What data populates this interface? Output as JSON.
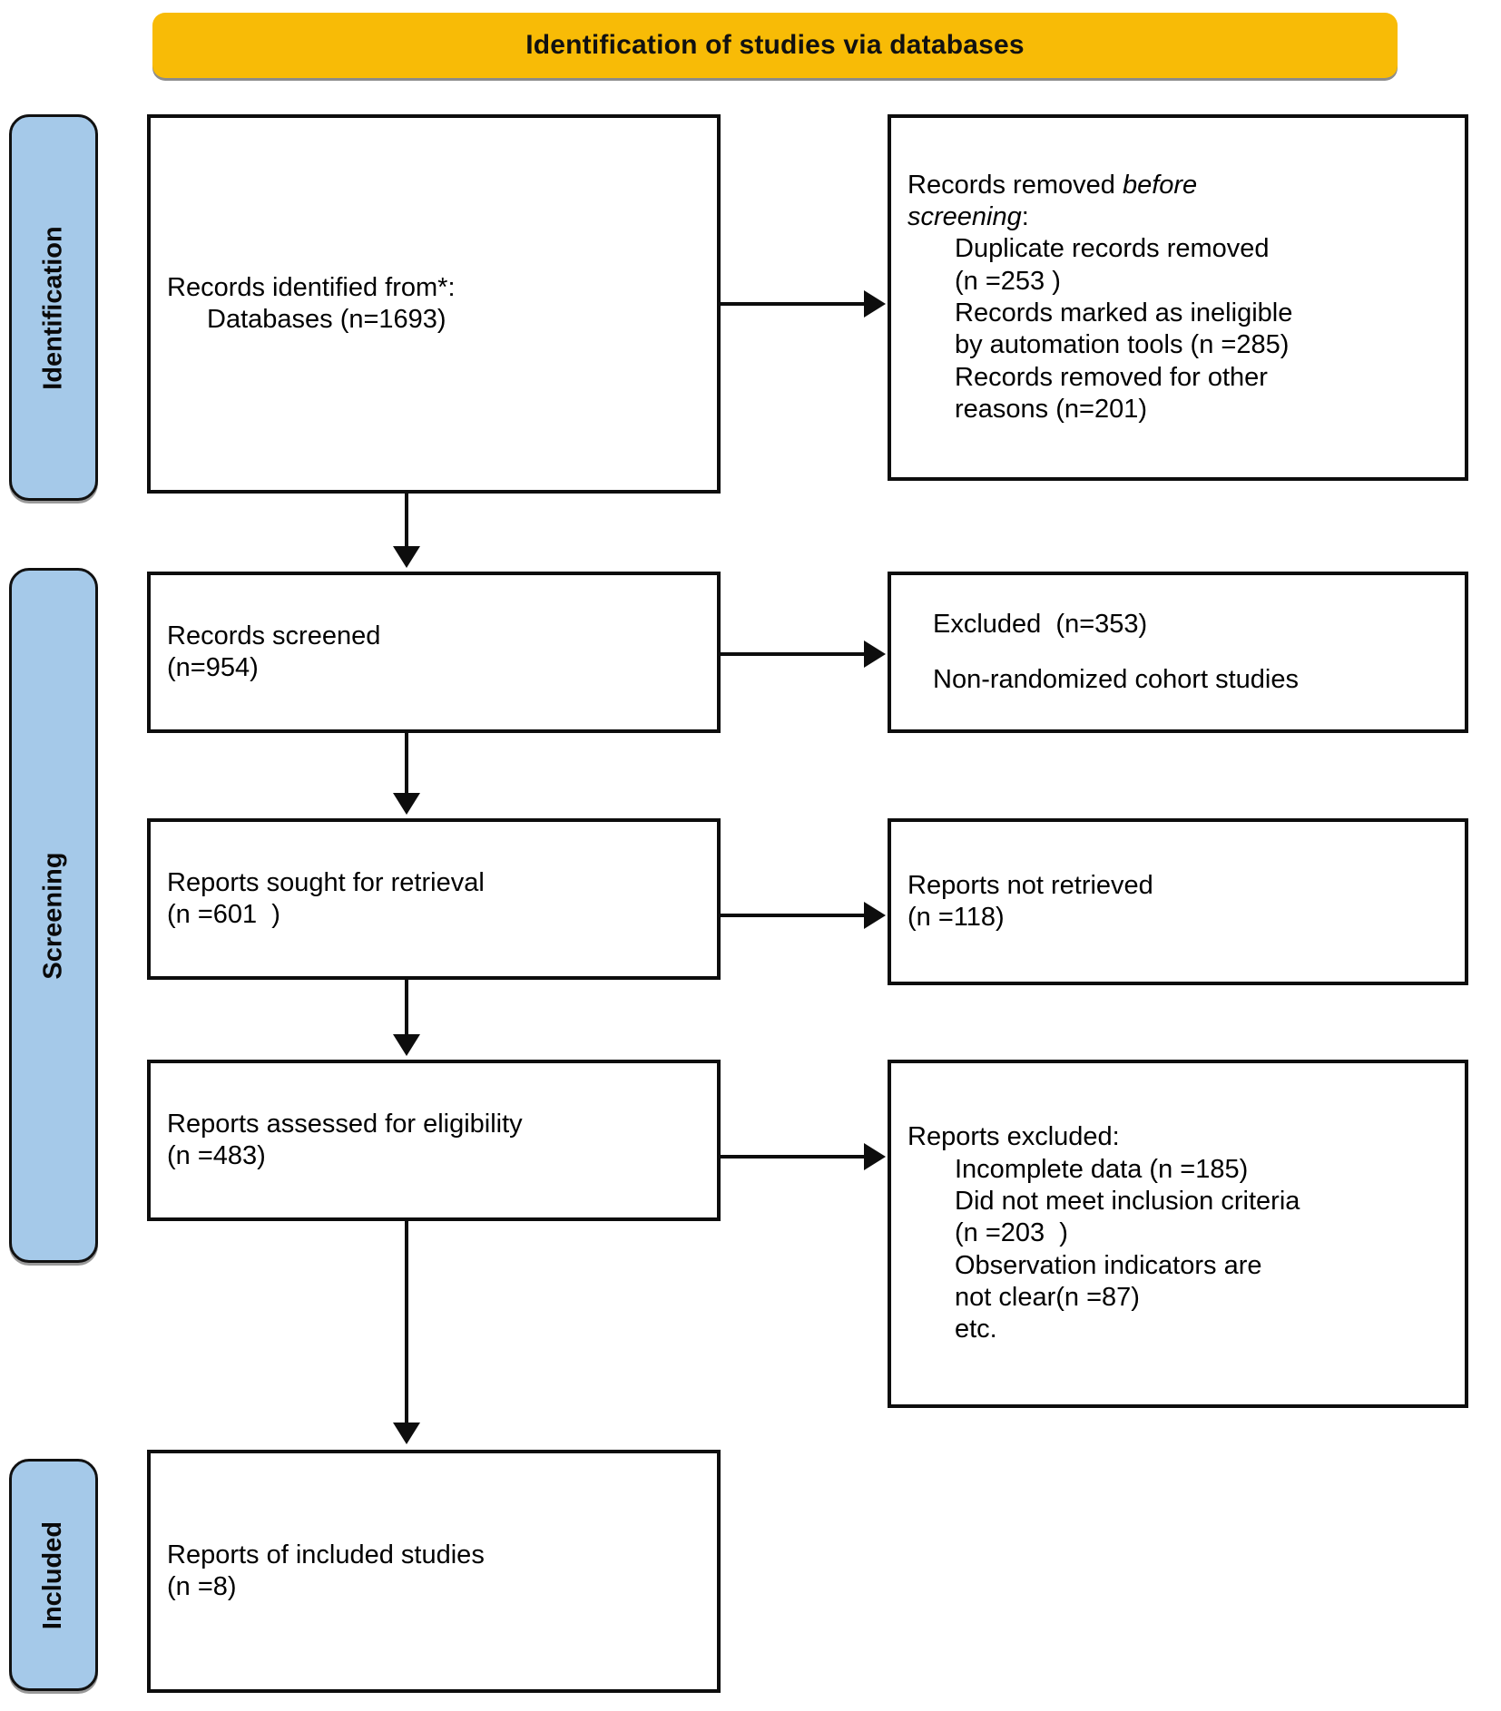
{
  "header": {
    "title": "Identification of studies via databases"
  },
  "stages": [
    {
      "label": "Identification"
    },
    {
      "label": "Screening"
    },
    {
      "label": "Included"
    }
  ],
  "boxes": {
    "identified": {
      "line1": "Records identified from*:",
      "line2": "Databases (n=1693)"
    },
    "removed": {
      "line1_a": "Records removed ",
      "line1_b": "before",
      "line2_a": "screening",
      "line2_b": ":",
      "line3": "Duplicate records removed",
      "line4": "(n =253 )",
      "line5": "Records marked as ineligible",
      "line6": "by automation tools (n =285)",
      "line7": "Records removed for other",
      "line8": "reasons (n=201)"
    },
    "screened": {
      "line1": "Records screened",
      "line2": "(n=954)"
    },
    "excluded_screened": {
      "line1": "Excluded  (n=353)",
      "line2": "Non-randomized cohort studies"
    },
    "sought": {
      "line1": "Reports sought for retrieval",
      "line2": "(n =601  )"
    },
    "not_retrieved": {
      "line1": "Reports not retrieved",
      "line2": "(n =118)"
    },
    "assessed": {
      "line1": "Reports assessed for eligibility",
      "line2": "(n =483)"
    },
    "reports_excluded": {
      "line1": "Reports excluded:",
      "line2": "Incomplete data (n =185)",
      "line3": "Did not meet inclusion criteria",
      "line4": "(n =203  )",
      "line5": "Observation indicators are",
      "line6": "not clear(n =87)",
      "line7": "etc."
    },
    "included": {
      "line1": "Reports of included studies",
      "line2": "(n =8)"
    }
  },
  "colors": {
    "banner": "#f8bb06",
    "stage_label": "#a5c9e9",
    "stroke": "#0d0d0d"
  }
}
